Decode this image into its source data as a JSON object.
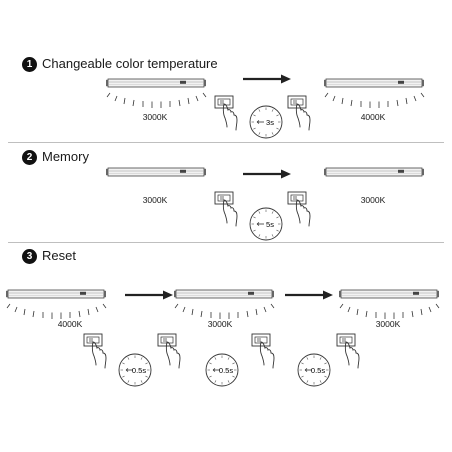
{
  "sections": [
    {
      "number": "1",
      "title": "Changeable color temperature",
      "from_label": "3000K",
      "to_label": "4000K",
      "timer": "3s"
    },
    {
      "number": "2",
      "title": "Memory",
      "from_label": "3000K",
      "to_label": "3000K",
      "timer": "5s"
    },
    {
      "number": "3",
      "title": "Reset",
      "labels": [
        "4000K",
        "3000K",
        "3000K"
      ],
      "timer": "0.5s"
    }
  ]
}
